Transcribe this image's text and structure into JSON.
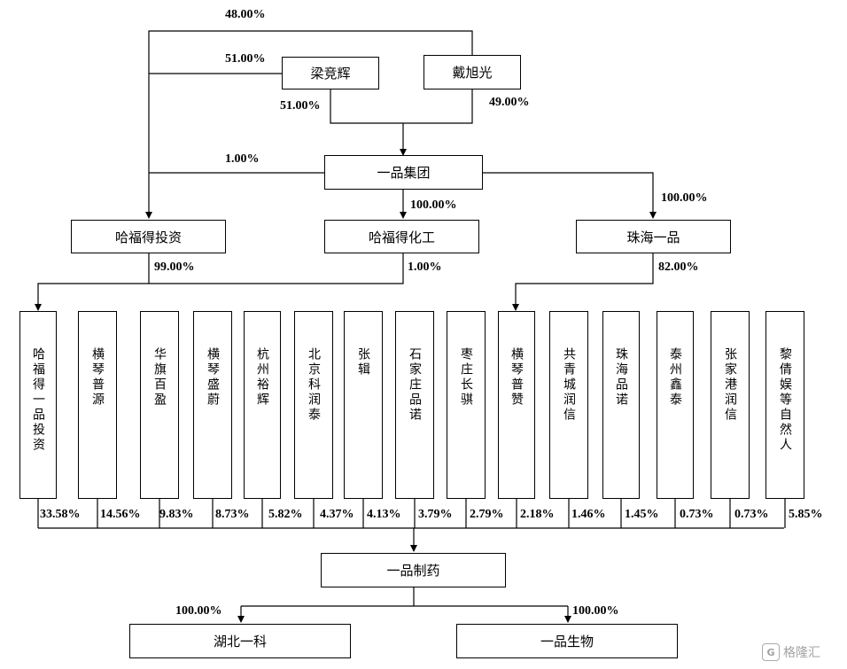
{
  "nodes": {
    "liang": "梁竞辉",
    "dai": "戴旭光",
    "group": "一品集团",
    "hfd_invest": "哈福得投资",
    "hfd_chem": "哈福得化工",
    "zhuhai_yipin": "珠海一品",
    "yipin_pharma": "一品制药",
    "hubei_yike": "湖北一科",
    "yipin_bio": "一品生物"
  },
  "shareholders": [
    {
      "name": "哈福得一品投资",
      "pct": "33.58%"
    },
    {
      "name": "横琴普源",
      "pct": "14.56%"
    },
    {
      "name": "华旗百盈",
      "pct": "9.83%"
    },
    {
      "name": "横琴盛蔚",
      "pct": "8.73%"
    },
    {
      "name": "杭州裕辉",
      "pct": "5.82%"
    },
    {
      "name": "北京科润泰",
      "pct": "4.37%"
    },
    {
      "name": "张辑",
      "pct": "4.13%"
    },
    {
      "name": "石家庄品诺",
      "pct": "3.79%"
    },
    {
      "name": "枣庄长骐",
      "pct": "2.79%"
    },
    {
      "name": "横琴普赞",
      "pct": "2.18%"
    },
    {
      "name": "共青城润信",
      "pct": "1.46%"
    },
    {
      "name": "珠海品诺",
      "pct": "1.45%"
    },
    {
      "name": "泰州鑫泰",
      "pct": "0.73%"
    },
    {
      "name": "张家港润信",
      "pct": "0.73%"
    },
    {
      "name": "黎倩娱等自然人",
      "pct": "5.85%"
    }
  ],
  "edges": {
    "dai_to_invest": "48.00%",
    "liang_to_invest": "51.00%",
    "liang_to_group": "51.00%",
    "dai_to_group": "49.00%",
    "group_to_invest": "1.00%",
    "group_to_chem": "100.00%",
    "group_to_zhuhai": "100.00%",
    "invest_to_hfdyipin": "99.00%",
    "chem_to_hfdyipin": "1.00%",
    "zhuhai_to_hengqin_puzan": "82.00%",
    "pharma_to_hubei": "100.00%",
    "pharma_to_bio": "100.00%"
  },
  "watermark": {
    "glyph": "G",
    "text": "格隆汇"
  }
}
